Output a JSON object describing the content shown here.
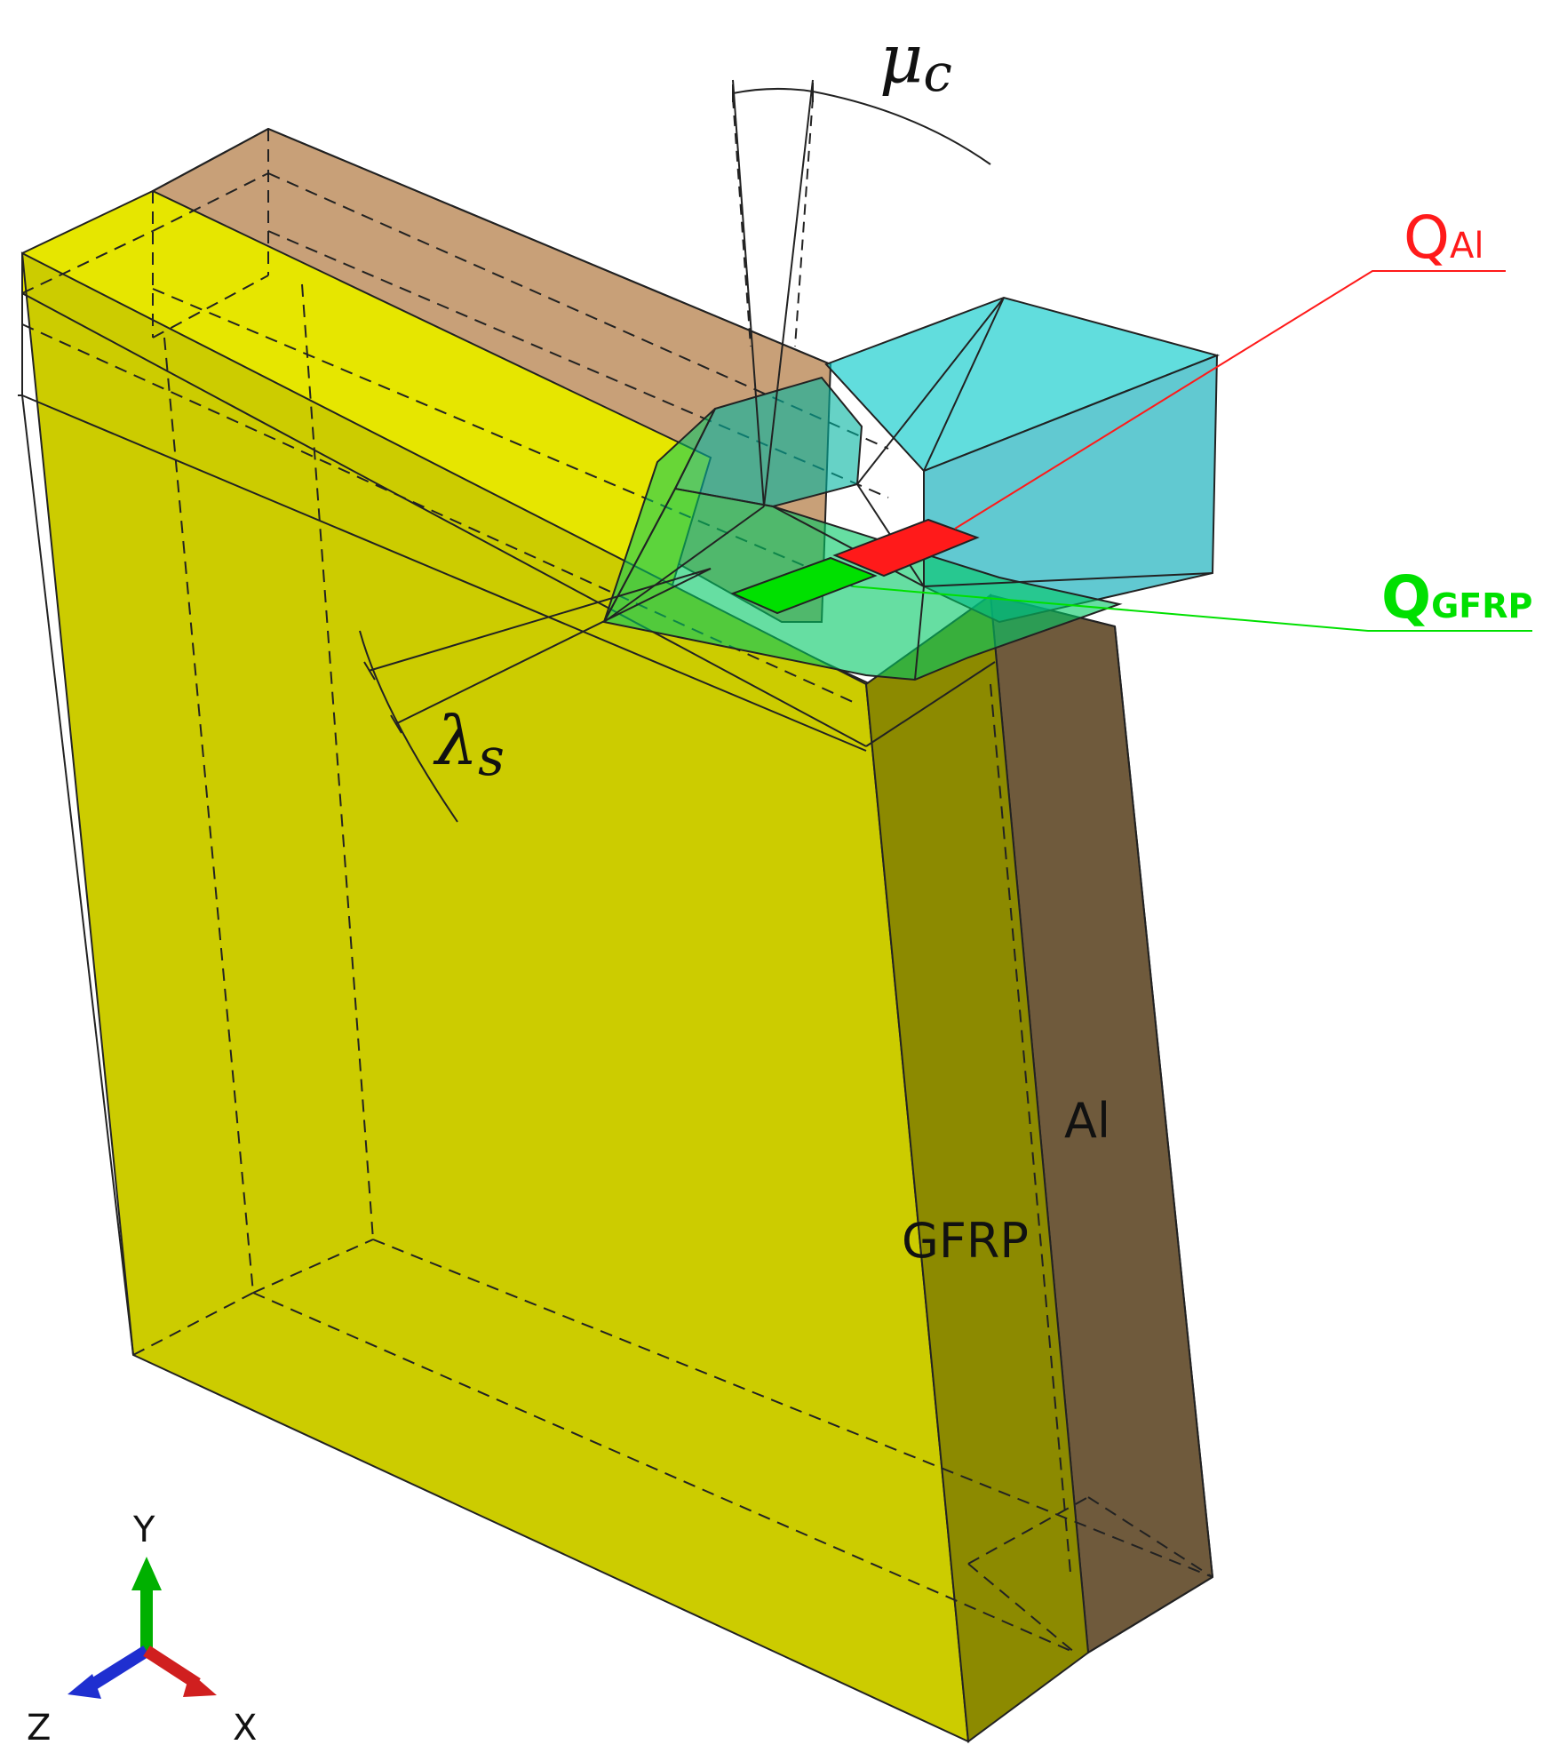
{
  "labels": {
    "mu_symbol": "μ",
    "mu_subscript": "c",
    "lambda_symbol": "λ",
    "lambda_subscript": "s",
    "q_al_main": "Q",
    "q_al_sub": "Al",
    "q_gfrp_main": "Q",
    "q_gfrp_sub": "GFRP",
    "layer_al": "Al",
    "layer_gfrp": "GFRP"
  },
  "axes": {
    "y": "Y",
    "z": "Z",
    "x": "X"
  },
  "colors": {
    "gfrp_face": "#cccc00",
    "gfrp_top": "#e6e600",
    "gfrp_side": "#8c8a00",
    "al_side": "#6f5a3c",
    "al_top": "#c8a078",
    "tool": "#00c8c8",
    "q_al_color": "#ff1a1a",
    "q_gfrp_color": "#00e000",
    "axis_y": "#00b000",
    "axis_z": "#1f2fd0",
    "axis_x": "#d01f1f"
  }
}
